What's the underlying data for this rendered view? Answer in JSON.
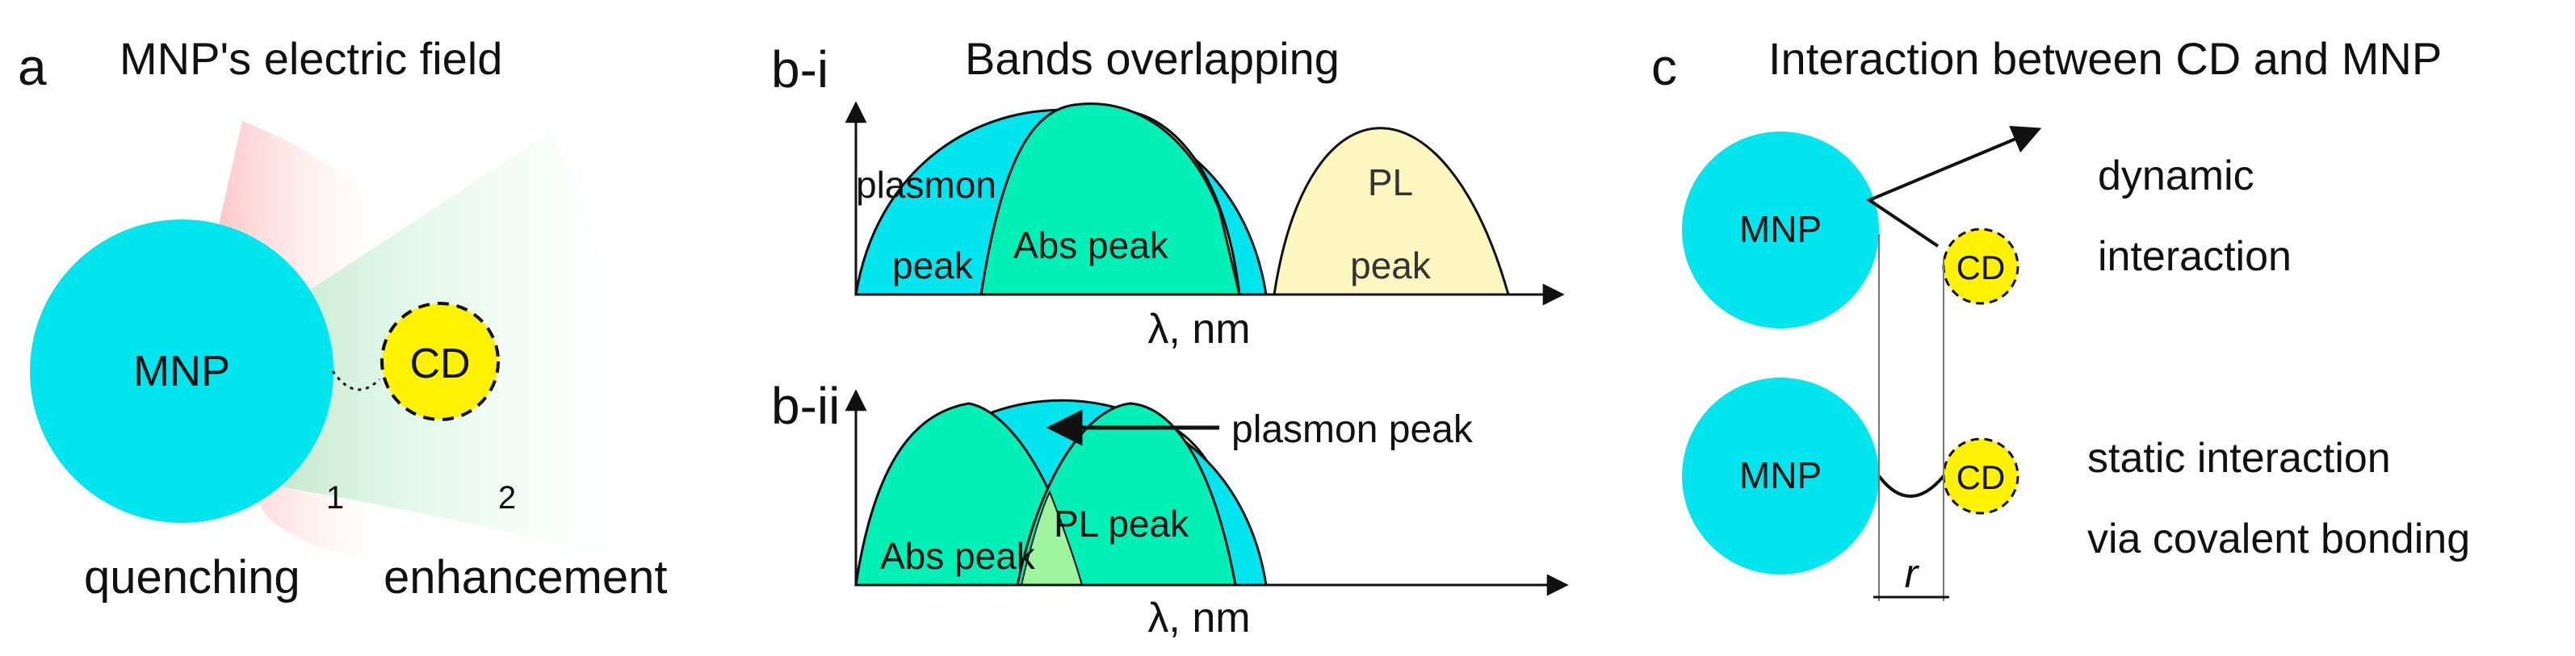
{
  "panel_a": {
    "letter": "a",
    "title": "MNP's electric field",
    "mnp_label": "MNP",
    "cd_label": "CD",
    "zone1_number": "1",
    "zone2_number": "2",
    "quenching_label": "quenching",
    "enhancement_label": "enhancement"
  },
  "panel_b_i": {
    "letter": "b-i",
    "title": "Bands overlapping",
    "plasmon_label_line1": "plasmon",
    "plasmon_label_line2": "peak",
    "abs_label": "Abs peak",
    "pl_label_line1": "PL",
    "pl_label_line2": "peak",
    "axis_label": "λ, nm"
  },
  "panel_b_ii": {
    "letter": "b-ii",
    "arrow_label": "plasmon peak",
    "abs_label": "Abs peak",
    "pl_label": "PL peak",
    "axis_label": "λ, nm"
  },
  "panel_c": {
    "letter": "c",
    "title": "Interaction between CD and MNP",
    "mnp_top_label": "MNP",
    "cd_top_label": "CD",
    "dynamic_line1": "dynamic",
    "dynamic_line2": "interaction",
    "mnp_bottom_label": "MNP",
    "cd_bottom_label": "CD",
    "static_line1": "static interaction",
    "static_line2": "via covalent bonding",
    "distance_label": "r"
  },
  "colors": {
    "mnp_cyan": "#00e5ee",
    "cd_yellow": "#fff200",
    "pl_band": "#fbf7bf",
    "abs_band": "#00f0b8",
    "quench_zone": "#ff9a9a",
    "enhance_zone": "#88e0a8"
  }
}
